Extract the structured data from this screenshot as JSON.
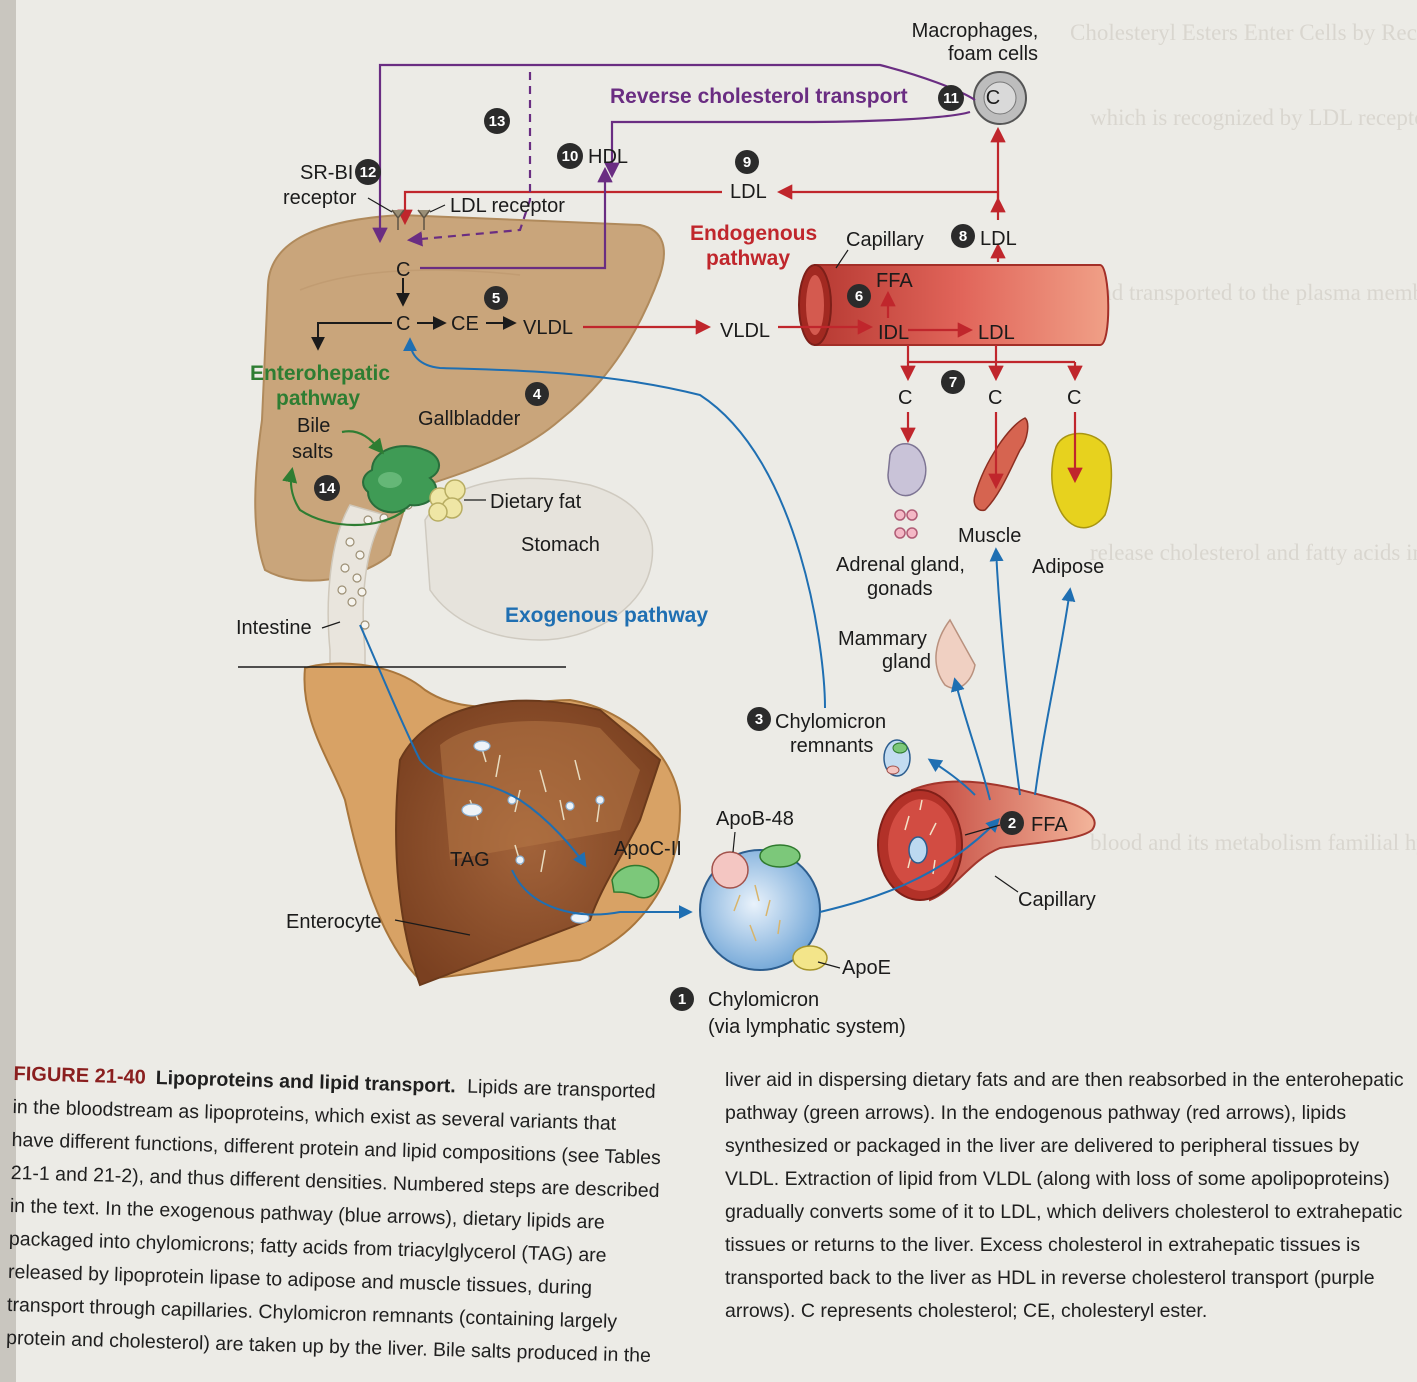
{
  "figure": {
    "labels": {
      "macrophages": [
        "Macrophages,",
        "foam cells"
      ],
      "reverse_transport": "Reverse cholesterol transport",
      "hdl": "HDL",
      "sr_bi": [
        "SR-BI",
        "receptor"
      ],
      "ldl_receptor": "LDL receptor",
      "ldl_top": "LDL",
      "endogenous": [
        "Endogenous",
        "pathway"
      ],
      "capillary_top": "Capillary",
      "ldl_8": "LDL",
      "ffa_6": "FFA",
      "c": "C",
      "ce": "CE",
      "vldl": "VLDL",
      "vldl_cap": "VLDL",
      "idl": "IDL",
      "ldl_cap": "LDL",
      "enterohepatic": [
        "Enterohepatic",
        "pathway"
      ],
      "bile_salts": [
        "Bile",
        "salts"
      ],
      "gallbladder": "Gallbladder",
      "dietary_fat": "Dietary fat",
      "stomach": "Stomach",
      "intestine": "Intestine",
      "exogenous": "Exogenous pathway",
      "adrenal": [
        "Adrenal gland,",
        "gonads"
      ],
      "muscle": "Muscle",
      "adipose": "Adipose",
      "mammary": [
        "Mammary",
        "gland"
      ],
      "chylo_remnants": [
        "Chylomicron",
        "remnants"
      ],
      "apob48": "ApoB-48",
      "ffa_2": "FFA",
      "capillary_bottom": "Capillary",
      "tag": "TAG",
      "apocii": "ApoC-II",
      "enterocyte": "Enterocyte",
      "apoe": "ApoE",
      "chylomicron": [
        "Chylomicron",
        "(via lymphatic system)"
      ]
    },
    "steps": [
      "1",
      "2",
      "3",
      "4",
      "5",
      "6",
      "7",
      "8",
      "9",
      "10",
      "11",
      "12",
      "13",
      "14"
    ],
    "colors": {
      "endogenous_red": "#c0262c",
      "exogenous_blue": "#1f6fb2",
      "enterohepatic_green": "#2e7d32",
      "reverse_purple": "#6a2d82",
      "liver_tan": "#c9a57b",
      "capillary_red": "#d9534a",
      "adipose_yellow": "#e7d21e",
      "step_badge": "#2b2b2b"
    }
  },
  "caption": {
    "number": "FIGURE 21-40",
    "title": "Lipoproteins and lipid transport.",
    "left_text": "Lipids are transported in the bloodstream as lipoproteins, which exist as several variants that have different functions, different protein and lipid compositions (see Tables 21-1 and 21-2), and thus different densities. Numbered steps are described in the text. In the exogenous pathway (blue arrows), dietary lipids are packaged into chylomicrons; fatty acids from triacylglycerol (TAG) are released by lipoprotein lipase to adipose and muscle tissues, during transport through capillaries. Chylomicron remnants (containing largely protein and cholesterol) are taken up by the liver. Bile salts produced in the",
    "right_text": "liver aid in dispersing dietary fats and are then reabsorbed in the enterohepatic pathway (green arrows). In the endogenous pathway (red arrows), lipids synthesized or packaged in the liver are delivered to peripheral tissues by VLDL. Extraction of lipid from VLDL (along with loss of some apolipoproteins) gradually converts some of it to LDL, which delivers cholesterol to extrahepatic tissues or returns to the liver. Excess cholesterol in extrahepatic tissues is transported back to the liver as HDL in reverse cholesterol transport (purple arrows). C represents cholesterol; CE, cholesteryl ester."
  }
}
